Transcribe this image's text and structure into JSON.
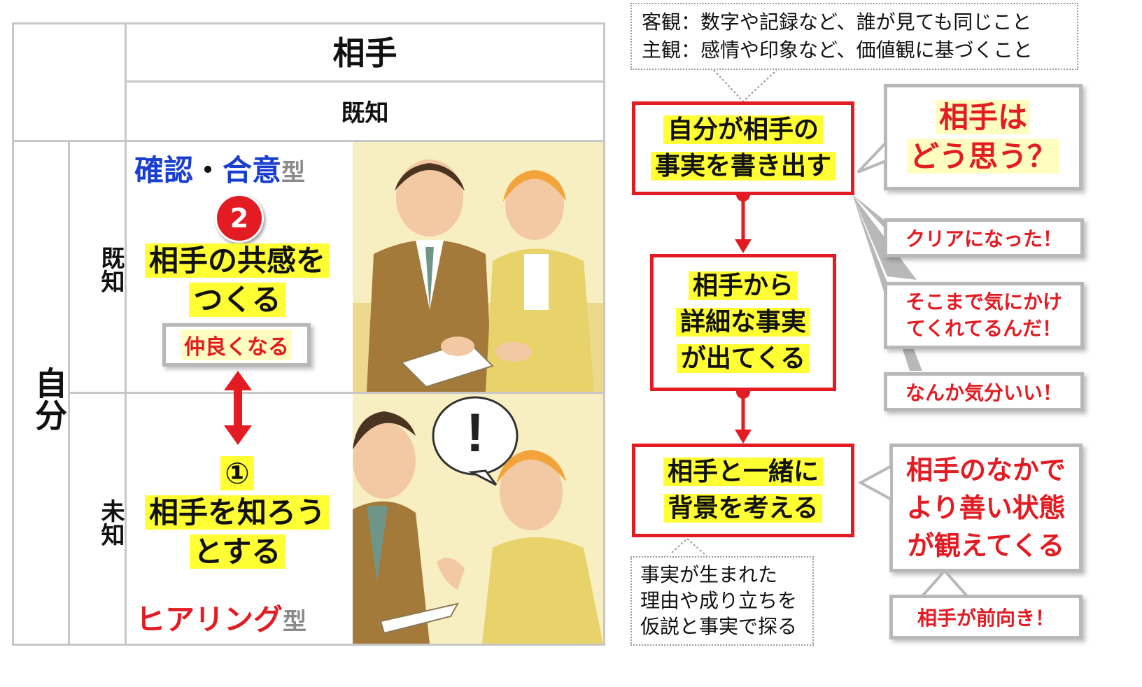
{
  "matrix": {
    "top_header": "相手",
    "top_sub": "既知",
    "left_header": "自分",
    "row1_label": "既知",
    "row2_label": "未知"
  },
  "quadrant_known": {
    "type_word1": "確認",
    "dot": "・",
    "type_word2": "合意",
    "type_suffix": "型",
    "badge": "2",
    "line1": "相手の共感を",
    "line2": "つくる",
    "tag": "仲良くなる"
  },
  "quadrant_unknown": {
    "marker": "①",
    "line1": "相手を知ろう",
    "line2": "とする",
    "type_word": "ヒアリング",
    "type_suffix": "型"
  },
  "illustration_bubble": "!",
  "definition_note": {
    "line1": "客観：数字や記録など、誰が見ても同じこと",
    "line2": "主観：感情や印象など、価値観に基づくこと"
  },
  "flow": {
    "step1": [
      "自分が相手の",
      "事実を書き出す"
    ],
    "step2": [
      "相手から",
      "詳細な事実",
      "が出てくる"
    ],
    "step3": [
      "相手と一緒に",
      "背景を考える"
    ]
  },
  "callouts": {
    "question": [
      "相手は",
      "どう思う？"
    ],
    "reaction1": "クリアになった！",
    "reaction2": [
      "そこまで気にかけ",
      "てくれてるんだ！"
    ],
    "reaction3": "なんか気分いい！",
    "better_state": [
      "相手のなかで",
      "より善い状態",
      "が観えてくる"
    ],
    "positive": "相手が前向き！"
  },
  "background_note": [
    "事実が生まれた",
    "理由や成り立ちを",
    "仮説と事実で探る"
  ],
  "colors": {
    "red": "#e31b23",
    "blue": "#1a3fd0",
    "highlight": "#ffff33",
    "grid": "#c7c7c7",
    "illustration_bg": "#f7eec1"
  }
}
